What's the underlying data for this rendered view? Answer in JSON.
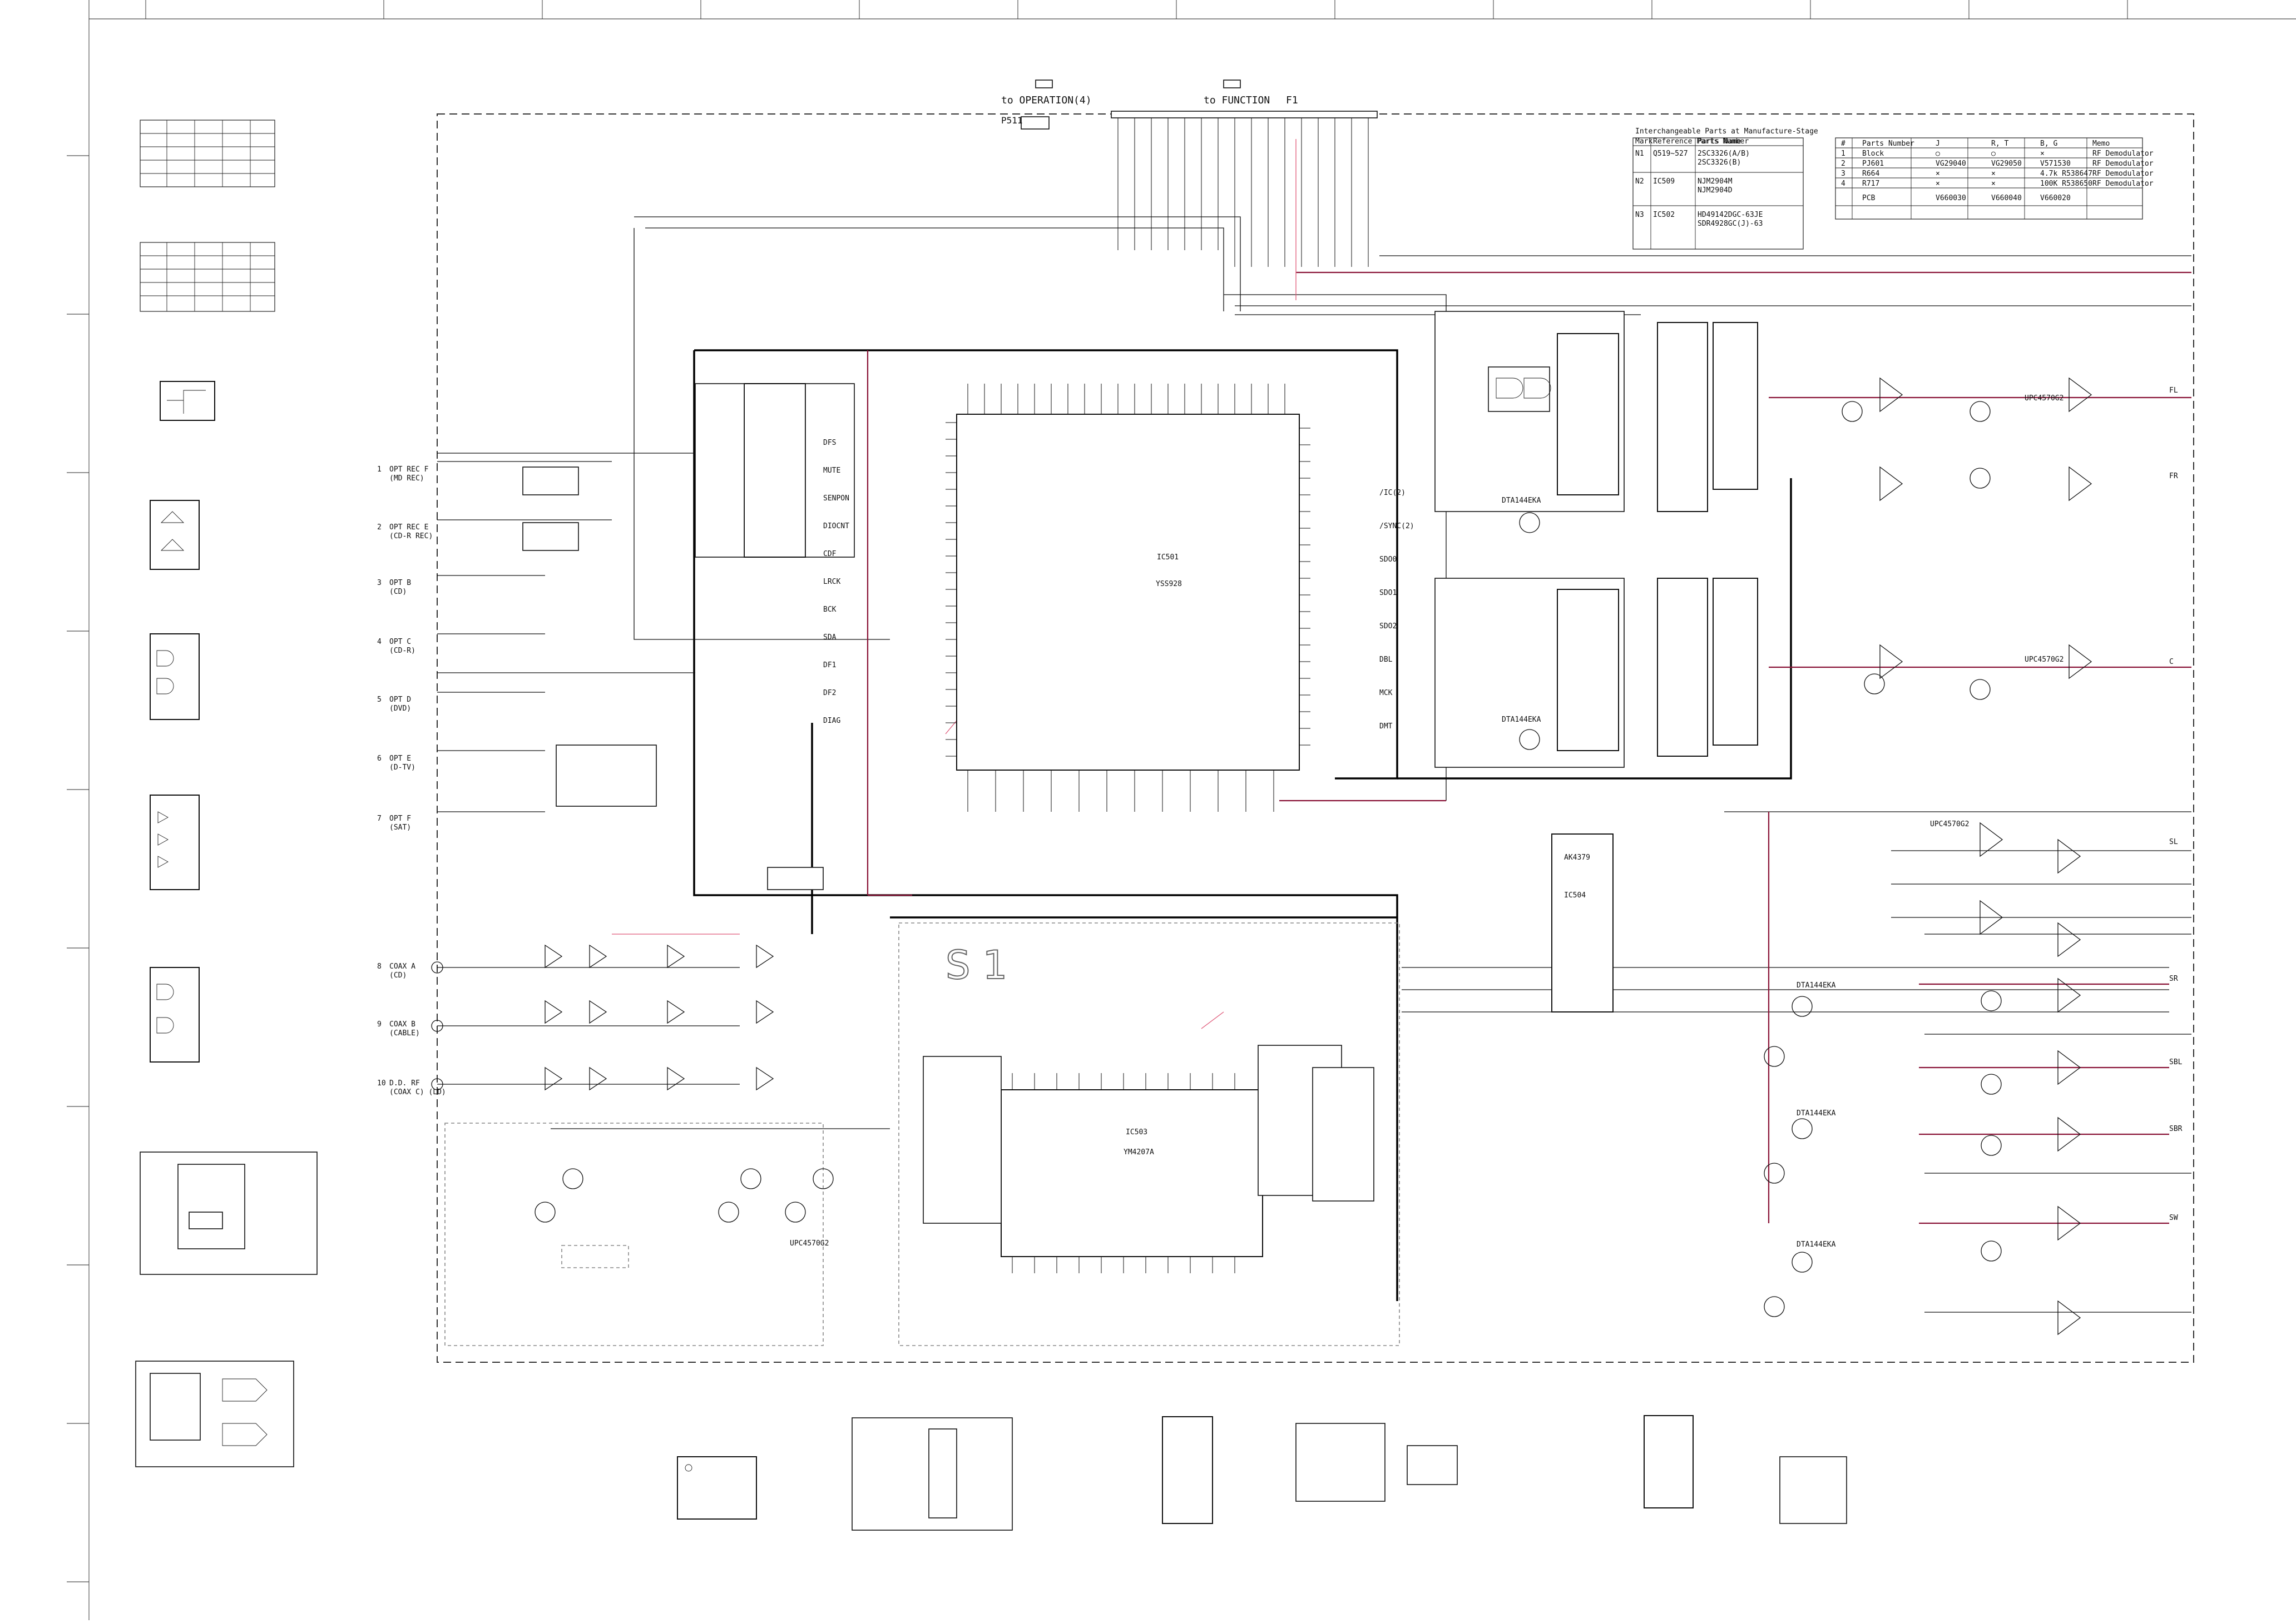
{
  "destinations": {
    "operation": "to OPERATION(4)",
    "function": "to FUNCTION",
    "function_connector": "F1"
  },
  "connector_left": "P511",
  "ic_labels": {
    "dsp_main": "IC501",
    "dsp_main_part": "YSS928",
    "dsp_sub": "IC503",
    "dsp_sub_part": "YM4207A",
    "dac": "IC504",
    "dac_part": "AK4379",
    "s1_label": "S 1"
  },
  "inputs": [
    {
      "num": "1",
      "name": "OPT REC F",
      "sub": "(MD REC)"
    },
    {
      "num": "2",
      "name": "OPT REC E",
      "sub": "(CD-R REC)"
    },
    {
      "num": "3",
      "name": "OPT B",
      "sub": "(CD)"
    },
    {
      "num": "4",
      "name": "OPT C",
      "sub": "(CD-R)"
    },
    {
      "num": "5",
      "name": "OPT D",
      "sub": "(DVD)"
    },
    {
      "num": "6",
      "name": "OPT E",
      "sub": "(D-TV)"
    },
    {
      "num": "7",
      "name": "OPT F",
      "sub": "(SAT)"
    },
    {
      "num": "8",
      "name": "COAX A",
      "sub": "(CD)"
    },
    {
      "num": "9",
      "name": "COAX B",
      "sub": "(CABLE)"
    },
    {
      "num": "10",
      "name": "D.D. RF",
      "sub": "(COAX C) (LD)"
    }
  ],
  "parts_table": {
    "title": "Interchangeable Parts at Manufacture-Stage",
    "headers": [
      "Mark",
      "Reference Parts Number",
      "Parts Name"
    ],
    "rows": [
      [
        "N1",
        "Q519~527",
        "2SC3326(A/B)"
      ],
      [
        "",
        "",
        "2SC3326(B)"
      ],
      [
        "N2",
        "IC509",
        "NJM2904M"
      ],
      [
        "",
        "",
        "NJM2904D"
      ],
      [
        "N3",
        "IC502",
        "HD49142DGC-63JE"
      ],
      [
        "",
        "",
        "SDR4928GC(J)-63"
      ]
    ]
  },
  "model_table": {
    "headers": [
      "#",
      "Parts Number",
      "J",
      "R, T",
      "B, G",
      "Memo"
    ],
    "rows": [
      [
        "1",
        "Block",
        "○",
        "○",
        "×",
        "RF Demodulator"
      ],
      [
        "2",
        "PJ601",
        "VG29040",
        "VG29050",
        "V571530",
        "RF Demodulator"
      ],
      [
        "3",
        "R664",
        "×",
        "×",
        "4.7k R538647",
        "RF Demodulator"
      ],
      [
        "4",
        "R717",
        "×",
        "×",
        "100K R538650",
        "RF Demodulator"
      ],
      [
        "",
        "PCB",
        "V660030",
        "V660040",
        "V660020",
        ""
      ]
    ]
  },
  "signals": {
    "dsp_left": [
      "DFS",
      "MUTE",
      "SENPON",
      "DIOCNT",
      "CDF",
      "LRCK",
      "BCK",
      "SDA",
      "DF1",
      "DF2",
      "DIAG"
    ],
    "dsp_right": [
      "/IC(2)",
      "/SYNC(2)",
      "SDO0",
      "SDO1",
      "SDO2",
      "DBL",
      "MCK",
      "DMT"
    ],
    "outputs": [
      "FL",
      "FR",
      "C",
      "SL",
      "SR",
      "SBL",
      "SBR",
      "SW"
    ],
    "transistor": "DTA144EKA",
    "opamp": "UPC4570G2"
  },
  "icons": [
    "connector-icon",
    "ic-chip-icon",
    "transistor-icon",
    "opamp-icon",
    "ground-icon",
    "diode-icon"
  ]
}
